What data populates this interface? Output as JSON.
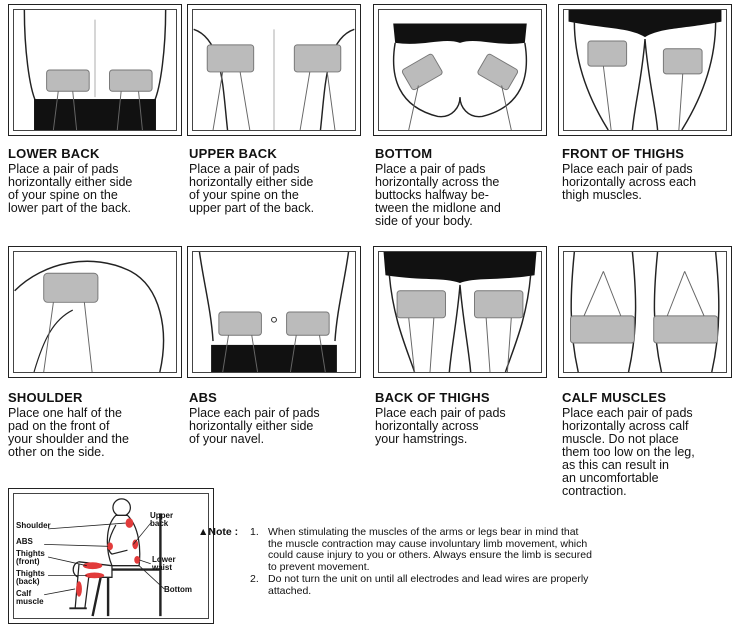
{
  "sections": [
    {
      "title": "LOWER BACK",
      "desc": [
        "Place a pair of pads",
        "horizontally either side",
        "of your spine on the",
        "lower part of the back."
      ]
    },
    {
      "title": "UPPER BACK",
      "desc": [
        "Place a pair of pads",
        "horizontally either side",
        "of your spine on the",
        "upper part of the back."
      ]
    },
    {
      "title": "BOTTOM",
      "desc": [
        "Place a pair of pads",
        "horizontally across the",
        "buttocks halfway be-",
        "tween the midlone and",
        "side of your body."
      ]
    },
    {
      "title": "FRONT OF THIGHS",
      "desc": [
        "Place each pair of pads",
        "horizontally across each",
        "thigh muscles."
      ]
    },
    {
      "title": "SHOULDER",
      "desc": [
        "Place one half of the",
        "pad on the front of",
        "your shoulder and the",
        "other on the side."
      ]
    },
    {
      "title": "ABS",
      "desc": [
        "Place each pair of pads",
        "horizontally either side",
        "of your navel."
      ]
    },
    {
      "title": "BACK OF THIGHS",
      "desc": [
        "Place each pair of pads",
        "horizontally across",
        "your hamstrings."
      ]
    },
    {
      "title": "CALF MUSCLES",
      "desc": [
        "Place each pair of pads",
        "horizontally across calf",
        "muscle. Do not place",
        "them too low on the leg,",
        "as this can result in",
        "an uncomfortable",
        "contraction."
      ]
    }
  ],
  "diagram_labels": {
    "shoulder": "Shoulder",
    "abs": "ABS",
    "thighs_front": "Thights\n(front)",
    "thighs_back": "Thights\n(back)",
    "calf": "Calf\nmuscle",
    "upper_back": "Upper\nback",
    "lower_waist": "Lower\nwaist",
    "bottom": "Bottom"
  },
  "note": {
    "heading": "▲Note : ",
    "items": [
      {
        "num": "1.",
        "text": [
          "When stimulating the muscles of the arms or legs bear in mind that",
          "the muscle contraction may cause involuntary limb movement, which",
          "could cause injury to you or others. Always ensure the limb is secured",
          "to prevent movement."
        ]
      },
      {
        "num": "2.",
        "text": [
          "Do not  turn the unit on until all electrodes and lead wires are properly",
          "attached."
        ]
      }
    ]
  }
}
